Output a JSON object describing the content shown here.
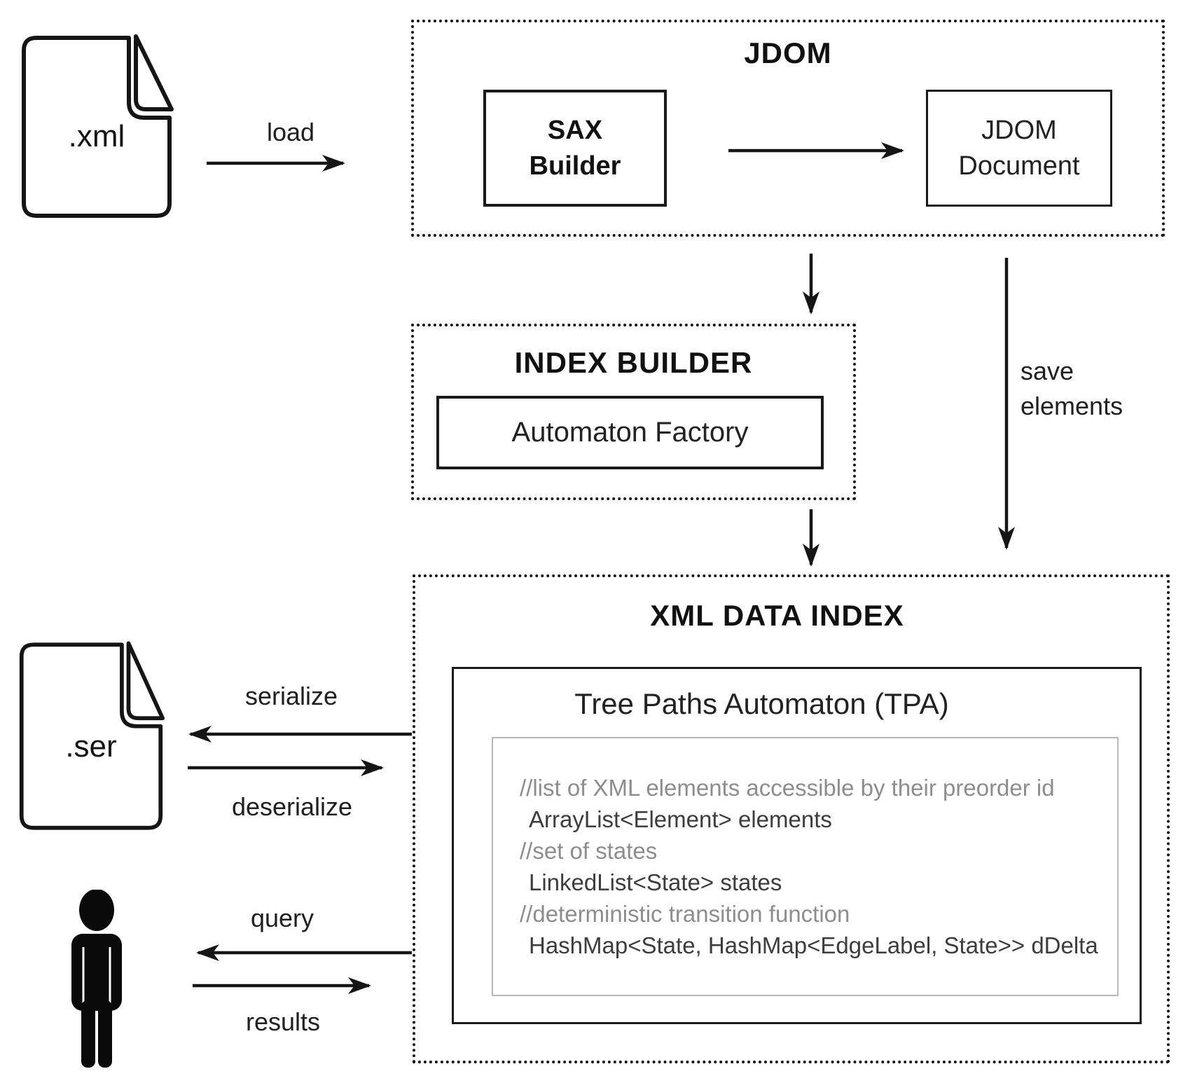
{
  "diagram_title": "XML indexing architecture diagram",
  "files": {
    "xml_file_label": ".xml",
    "ser_file_label": ".ser"
  },
  "arrow_labels": {
    "load": "load",
    "save_elements": "save elements",
    "serialize": "serialize",
    "deserialize": "deserialize",
    "query": "query",
    "results": "results"
  },
  "jdom": {
    "title": "JDOM",
    "sax_builder_label": "SAX Builder",
    "jdom_document_label": "JDOM Document"
  },
  "index_builder": {
    "title": "INDEX BUILDER",
    "automaton_factory_label": "Automaton Factory"
  },
  "xml_data_index": {
    "title": "XML DATA INDEX",
    "tpa_title": "Tree Paths Automaton (TPA)",
    "code": [
      {
        "type": "comment",
        "text": "//list of XML elements accessible by their preorder id"
      },
      {
        "type": "code",
        "text": "ArrayList<Element> elements"
      },
      {
        "type": "comment",
        "text": "//set of states"
      },
      {
        "type": "code",
        "text": "LinkedList<State> states"
      },
      {
        "type": "comment",
        "text": "//deterministic transition function"
      },
      {
        "type": "code",
        "text": "HashMap<State, HashMap<EdgeLabel, State>> dDelta"
      }
    ]
  },
  "icons": {
    "xml_file_icon": "document-with-folded-corner",
    "ser_file_icon": "document-with-folded-corner",
    "user_icon": "person-silhouette"
  },
  "colors": {
    "ink": "#151515",
    "comment_gray": "#8d8d8d",
    "code_gray": "#3d3d3d",
    "light_border": "#b8b8b8",
    "background": "#ffffff"
  }
}
